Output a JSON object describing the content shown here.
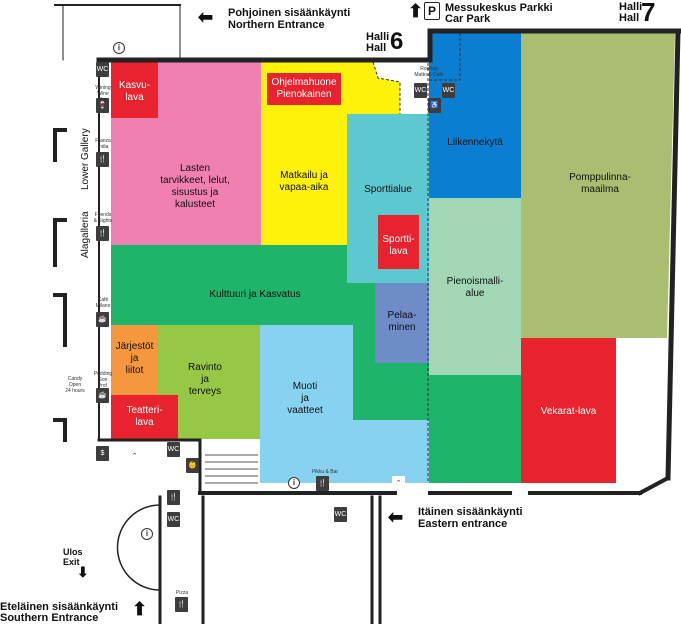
{
  "entrances": {
    "north": {
      "fi": "Pohjoinen sisäänkäynti",
      "en": "Northern Entrance"
    },
    "east": {
      "fi": "Itäinen sisäänkäynti",
      "en": "Eastern entrance"
    },
    "south": {
      "fi": "Eteläinen sisäänkäynti",
      "en": "Southern Entrance"
    },
    "exit": {
      "fi": "Ulos",
      "en": "Exit"
    },
    "car_park": {
      "fi": "Messukeskus Parkki",
      "en": "Car Park",
      "icon": "P"
    }
  },
  "halls": {
    "hall6": {
      "fi": "Halli",
      "en": "Hall",
      "number": "6"
    },
    "hall7": {
      "fi": "Halli",
      "en": "Hall",
      "number": "7"
    }
  },
  "side_labels": {
    "lower_gallery": "Lower Gallery",
    "alagalleria": "Alagalleria"
  },
  "zones": {
    "kasvulava": "Kasvu-\nlava",
    "lasten": "Lasten\ntarvikkeet, lelut,\nsisustus ja\nkalusteet",
    "ohjelmahuone": "Ohjelmahuone\nPienokainen",
    "matkailu": "Matkailu ja\nvapaa-aika",
    "sporttialue": "Sporttialue",
    "sporttilava": "Sportti-\nlava",
    "liikennekyta": "Liikennekytä",
    "pomppulinna": "Pomppulinna-\nmaailma",
    "pienoismalli": "Pienoismalli-\nalue",
    "kulttuuri": "Kulttuuri ja Kasvatus",
    "pelaaminen": "Pelaa-\nminen",
    "jarjestot": "Järjestöt\nja\nliitot",
    "ravinto": "Ravinto\nja\nterveys",
    "teatterilava": "Teatteri-\nlava",
    "muoti": "Muoti\nja\nvaatteet",
    "vekarat": "Vekarat-lava"
  },
  "small_labels": {
    "wc": "WC",
    "info": "i",
    "rooftop": "Rooftop\nMatto & Cafe",
    "franza": "Franza\nIndia",
    "friends": "Friends\n& Sights",
    "cafe": "Café\nMilano",
    "candy": "Candy\nOpen\n24 hours",
    "pudding": "Pudding\nSon\nProf.",
    "wining": "Wining\nWine\nBar",
    "pikku": "Pikku & Bar",
    "pizza": "Pizza"
  },
  "colors": {
    "pink": "#f080b0",
    "red": "#e8232e",
    "yellow": "#fff20a",
    "cyan": "#5ec8d0",
    "blue": "#0a7fd2",
    "olive": "#abbd70",
    "mint": "#a2d7b5",
    "green": "#1eb469",
    "purple": "#6e8cc8",
    "orange": "#f5973c",
    "lime": "#96c846",
    "lightblue": "#87d2f0"
  }
}
